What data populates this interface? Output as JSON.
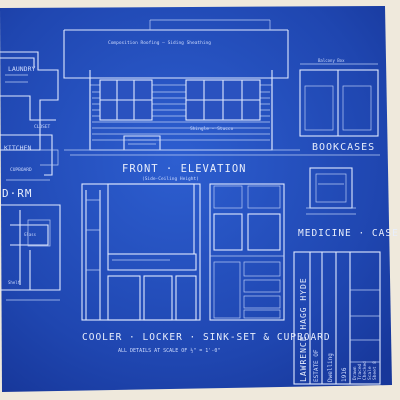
{
  "sheet": {
    "labels": {
      "front_elevation": "FRONT · ELEVATION",
      "front_elevation_scale": "(Side-Ceiling Height)",
      "bookcases": "BOOKCASES",
      "medicine_case": "MEDICINE · CASE ·",
      "cabinet_title": "COOLER · LOCKER · SINK-SET & CUPBOARD",
      "details_scale": "ALL DETAILS AT SCALE OF ½\" = 1'-0\"",
      "roof_note": "Composition Roofing — Siding Sheathing",
      "porch_note": "Shingle - Stucco",
      "balcony_note": "Balcony Box",
      "laundry": "LAUNDRY",
      "kitchen": "KITCHEN",
      "closet": "CLOSET",
      "cupboard": "CUPBOARD",
      "dining_rm": "D·RM",
      "plan_glass": "Glass",
      "plan_shelf": "Shelf"
    },
    "title_block": {
      "architect": "LAWRENCE HAGG HYDE",
      "line2": "ESTATE OF",
      "line3": "Dwelling",
      "line4": "1916",
      "items": [
        "Drawn",
        "Traced",
        "Checked",
        "Scale",
        "Sheet 8"
      ]
    }
  }
}
